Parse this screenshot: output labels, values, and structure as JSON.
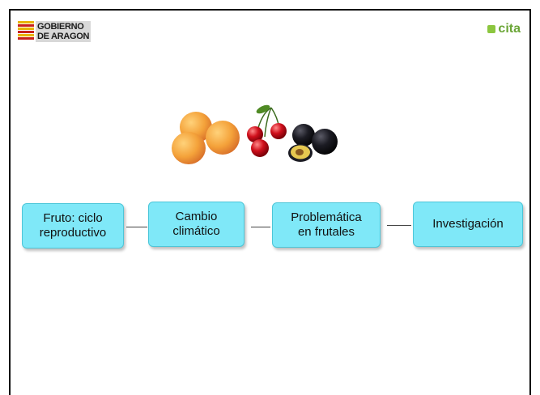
{
  "header": {
    "left_logo_text_line1": "GOBIERNO",
    "left_logo_text_line2": "DE ARAGON",
    "right_logo_text": "cita"
  },
  "image": {
    "icon": "fruits-apricot-cherry-plum"
  },
  "diagram": {
    "nodes": [
      {
        "label": "Fruto: ciclo\nreproductivo"
      },
      {
        "label": "Cambio\nclimático"
      },
      {
        "label": "Problemática\nen frutales"
      },
      {
        "label": "Investigación"
      }
    ]
  },
  "colors": {
    "node_fill": "#7fe8f8",
    "node_border": "#4cc6d8",
    "cita_green": "#6aa536"
  }
}
